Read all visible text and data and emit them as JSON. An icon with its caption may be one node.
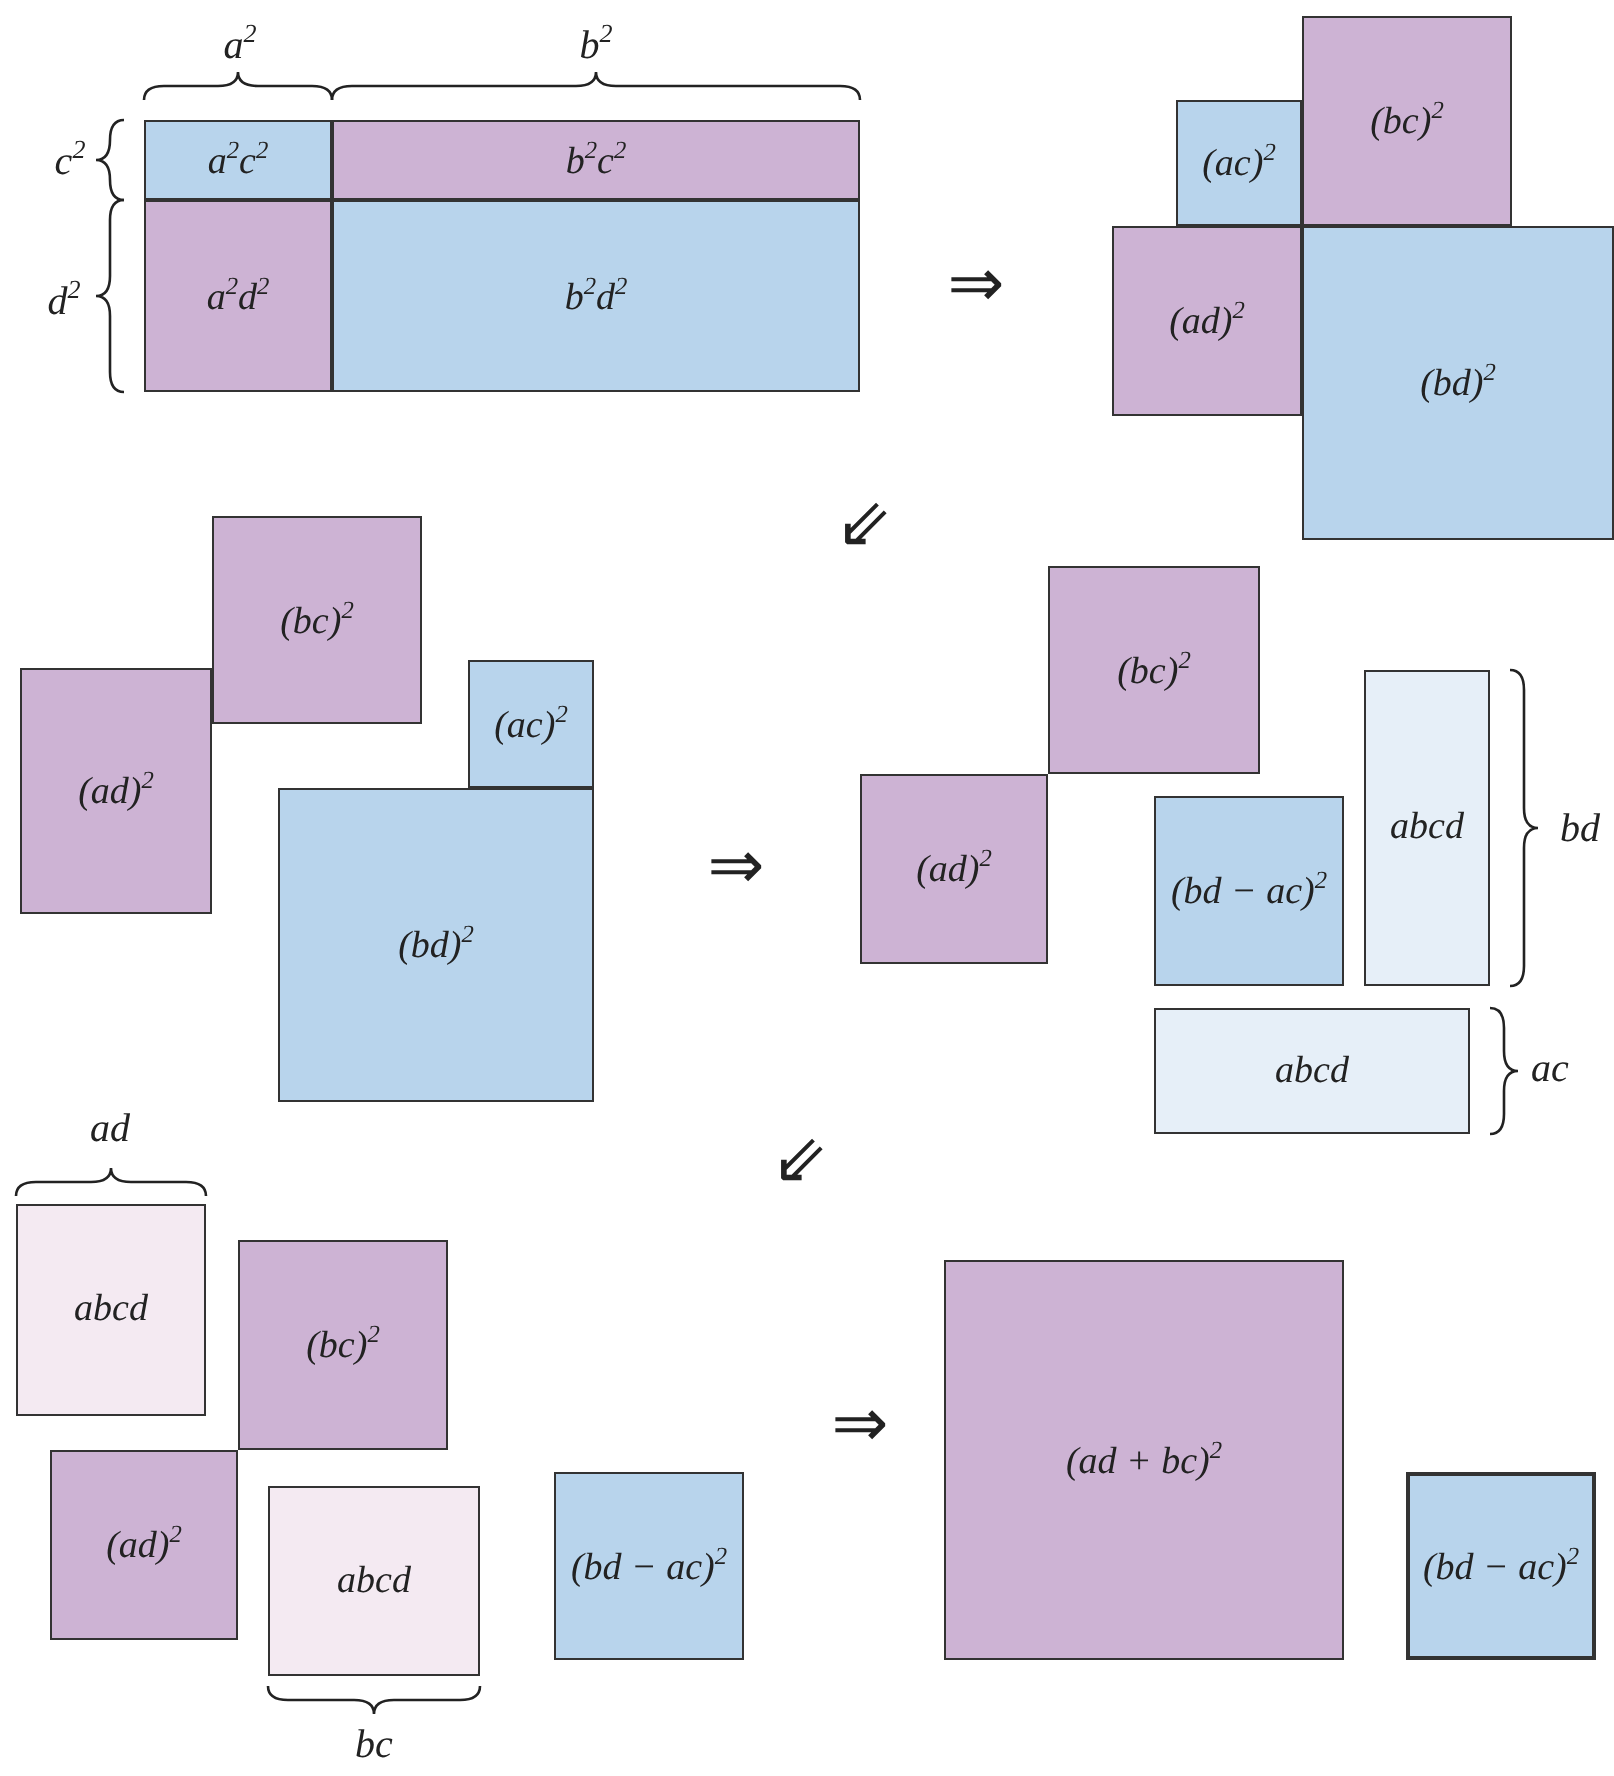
{
  "diagram": {
    "nodes": [
      {
        "text": [
          "a$^{2}$c$^{2}$"
        ]
      },
      {
        "text": [
          "b$^{2}$c$^{2}$"
        ]
      },
      {
        "text": [
          "a$^{2}$d$^{2}$"
        ]
      },
      {
        "text": [
          "b$^{2}$d$^{2}$"
        ]
      },
      {
        "text": [
          "(bc)$^{2}$"
        ]
      },
      {
        "text": [
          "(ac)$^{2}$"
        ]
      },
      {
        "text": [
          "(ad)$^{2}$"
        ]
      },
      {
        "text": [
          "(bd)$^{2}$"
        ]
      },
      {
        "text": [
          "(bc)$^{2}$"
        ]
      },
      {
        "text": [
          "(ac)$^{2}$"
        ]
      },
      {
        "text": [
          "(ad)$^{2}$"
        ]
      },
      {
        "text": [
          "(bd)$^{2}$"
        ]
      },
      {
        "text": [
          "(bc)$^{2}$"
        ]
      },
      {
        "text": [
          "abcd"
        ]
      },
      {
        "text": [
          "(ad)$^{2}$"
        ]
      },
      {
        "text": [
          "(bd − ac)$^{2}$"
        ]
      },
      {
        "text": [
          "abcd"
        ]
      },
      {
        "text": [
          "abcd"
        ]
      },
      {
        "text": [
          "(bc)$^{2}$"
        ]
      },
      {
        "text": [
          "(ad)$^{2}$"
        ]
      },
      {
        "text": [
          "abcd"
        ]
      },
      {
        "text": [
          "(bd − ac)$^{2}$"
        ]
      },
      {
        "text": [
          "(ad + bc)$^{2}$"
        ]
      },
      {
        "text": [
          "(bd − ac)$^{2}$"
        ]
      }
    ],
    "labels": [
      "a$^{2}$",
      "b$^{2}$",
      "c$^{2}$",
      "d$^{2}$",
      "⇒",
      "⇙",
      "⇒",
      "bd",
      "ac",
      "⇙",
      "ad",
      "⇒",
      "bc"
    ]
  }
}
